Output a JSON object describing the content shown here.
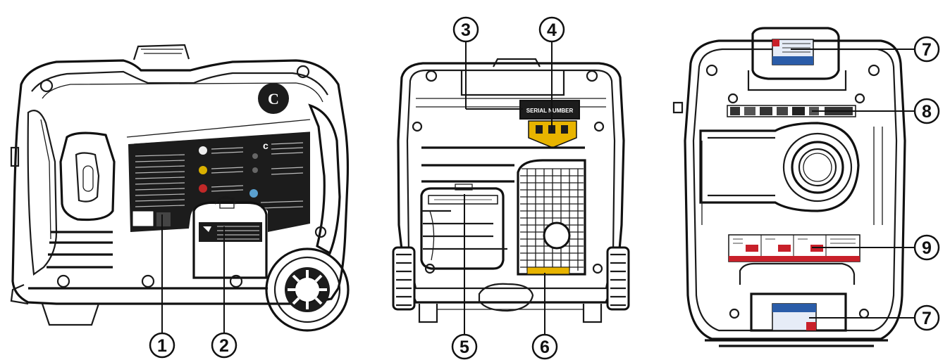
{
  "views": [
    {
      "name": "side-view",
      "logo_text": "C",
      "callouts": [
        "1",
        "2"
      ],
      "oil_cover_text": "",
      "panel_text": ""
    },
    {
      "name": "rear-view",
      "serial_label": "SERIAL NUMBER",
      "callouts": [
        "3",
        "4",
        "5",
        "6"
      ]
    },
    {
      "name": "top-view",
      "callouts": [
        "7",
        "8",
        "9",
        "7"
      ]
    }
  ],
  "callout_numbers": [
    "1",
    "2",
    "3",
    "4",
    "5",
    "6",
    "7",
    "8",
    "9",
    "7"
  ],
  "colors": {
    "line": "#1a1a1a",
    "panel": "#1c1c1c",
    "warning_yellow": "#e8b400",
    "label_blue": "#2a5ca8",
    "label_red": "#c8202a"
  }
}
